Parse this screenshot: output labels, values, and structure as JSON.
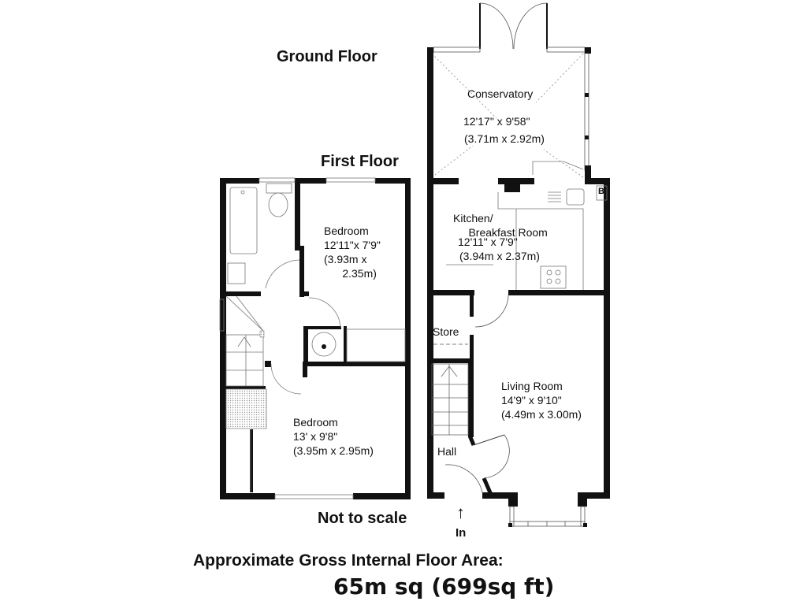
{
  "headings": {
    "ground_floor": "Ground Floor",
    "first_floor": "First Floor",
    "not_to_scale": "Not to scale"
  },
  "ground_floor": {
    "rooms": [
      {
        "name": "Conservatory",
        "imperial": "12'17\" x 9'58\"",
        "metric": "(3.71m x 2.92m)"
      },
      {
        "name": "Kitchen/\n     Breakfast Room",
        "imperial": "12'11\" x 7'9\"",
        "metric": "(3.94m x 2.37m)"
      },
      {
        "name": "Living Room",
        "imperial": "14'9\" x 9'10\"",
        "metric": "(4.49m x 3.00m)"
      },
      {
        "name": "Store"
      },
      {
        "name": "Hall"
      }
    ],
    "boiler_marker": "B",
    "entrance_label": "In",
    "entrance_arrow": "arrow-up"
  },
  "first_floor": {
    "rooms": [
      {
        "name": "Bedroom",
        "imperial": "12'11\"x 7'9\"",
        "metric": "(3.93m x\n      2.35m)"
      },
      {
        "name": "Bedroom",
        "imperial": "13' x 9'8\"",
        "metric": "(3.95m x 2.95m)"
      }
    ]
  },
  "footer": {
    "area_title": "Approximate Gross Internal Floor Area:",
    "area_value": "65m sq (699sq ft)"
  }
}
